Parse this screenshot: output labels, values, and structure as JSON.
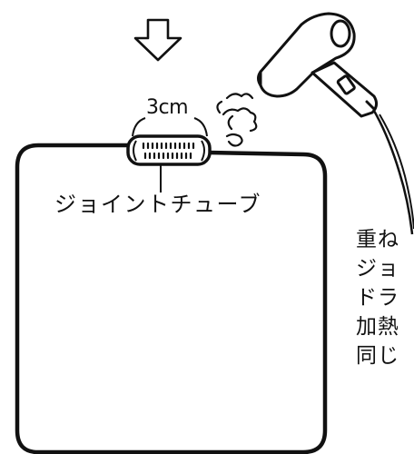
{
  "labels": {
    "dimension": "3cm",
    "tube_name": "ジョイントチューブ"
  },
  "side_note_lines": [
    "重ね",
    "ジョ",
    "ドラ",
    "加熱",
    "同じ"
  ],
  "icons": {
    "arrow": "down-arrow-icon",
    "hair_dryer": "hair-dryer-icon",
    "hot_air": "hot-air-icon"
  },
  "colors": {
    "line": "#111111",
    "background": "#ffffff"
  }
}
